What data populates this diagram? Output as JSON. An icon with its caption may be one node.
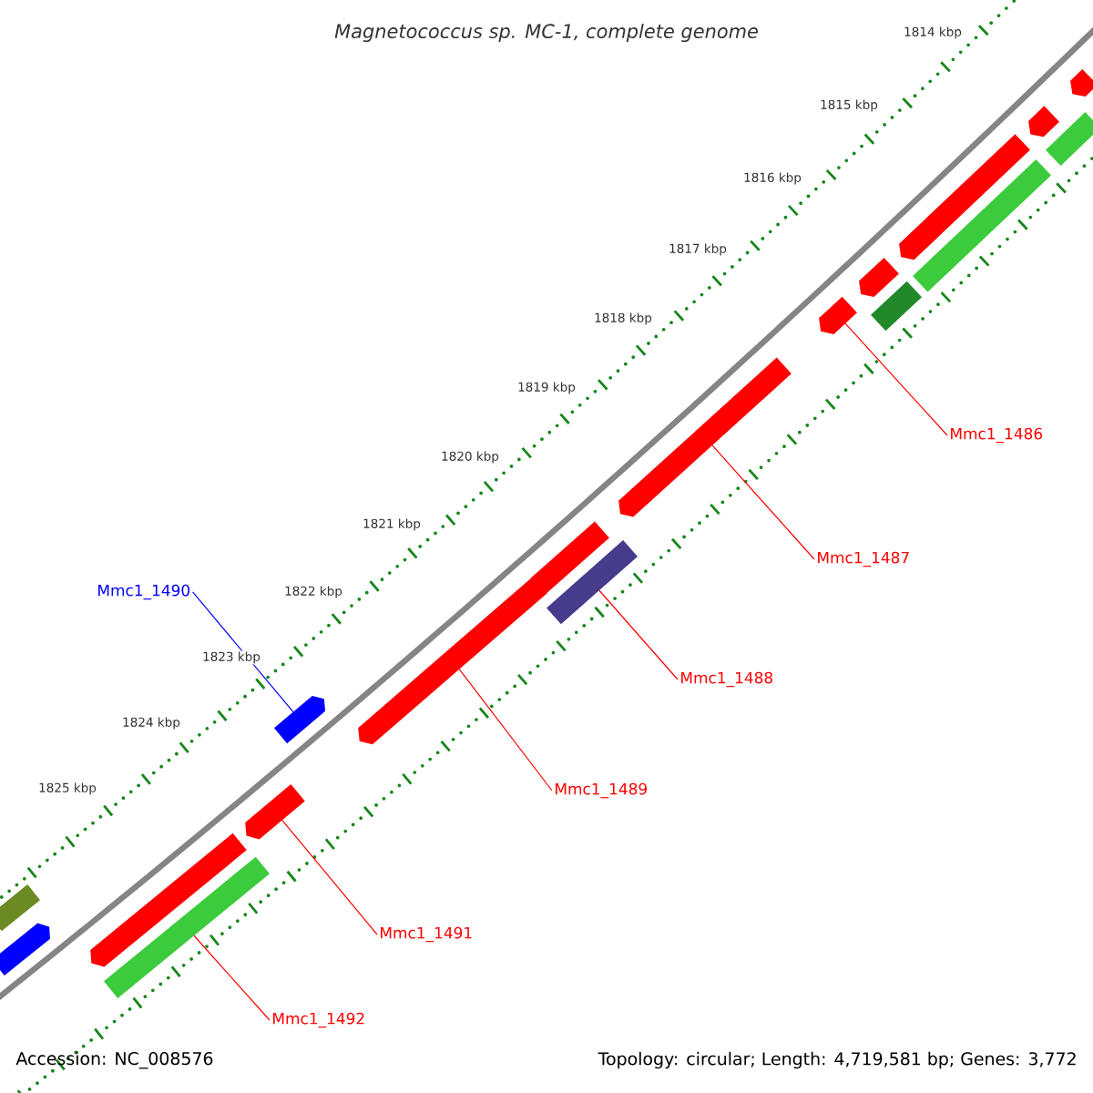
{
  "diagram": {
    "title": "Magnetococcus sp. MC-1, complete genome",
    "nodes": [
      {
        "text": [
          "Mmc1_1486"
        ]
      },
      {
        "text": [],
        "shape": "pentagon"
      },
      {
        "text": [
          "Mmc1_1487"
        ]
      },
      {
        "text": [],
        "shape": "pentagon"
      },
      {
        "text": [
          "Mmc1_1488"
        ]
      },
      {
        "text": [],
        "shape": "bar"
      },
      {
        "text": [
          "Mmc1_1489"
        ]
      },
      {
        "text": [],
        "shape": "pentagon"
      },
      {
        "text": [
          "Mmc1_1490"
        ]
      },
      {
        "text": [],
        "shape": "pentagon"
      },
      {
        "text": [
          "Mmc1_1491"
        ]
      },
      {
        "text": [],
        "shape": "pentagon"
      },
      {
        "text": [
          "Mmc1_1492"
        ]
      },
      {
        "text": [],
        "shape": "bar"
      },
      {
        "text": [],
        "shape": "bar"
      },
      {
        "text": [],
        "shape": "pentagon"
      },
      {
        "text": [],
        "shape": "pentagon"
      },
      {
        "text": [],
        "shape": "pentagon"
      },
      {
        "text": [],
        "shape": "pentagon"
      },
      {
        "text": [],
        "shape": "bar"
      },
      {
        "text": [],
        "shape": "pentagon"
      },
      {
        "text": [],
        "shape": "bar"
      },
      {
        "text": [],
        "shape": "pentagon"
      },
      {
        "text": [],
        "shape": "bar"
      },
      {
        "text": [],
        "shape": "pentagon"
      }
    ],
    "edges": [
      {
        "from": 0,
        "to": 1,
        "arrow": "none"
      },
      {
        "from": 2,
        "to": 3,
        "arrow": "none"
      },
      {
        "from": 4,
        "to": 5,
        "arrow": "none"
      },
      {
        "from": 6,
        "to": 7,
        "arrow": "none"
      },
      {
        "from": 8,
        "to": 9,
        "arrow": "none",
        "color": "#0000ff"
      },
      {
        "from": 10,
        "to": 11,
        "arrow": "none"
      },
      {
        "from": 12,
        "to": 13,
        "arrow": "none"
      }
    ],
    "labels": [
      "1814 kbp",
      "1815 kbp",
      "1816 kbp",
      "1817 kbp",
      "1818 kbp",
      "1819 kbp",
      "1820 kbp",
      "1821 kbp",
      "1822 kbp",
      "1823 kbp",
      "1824 kbp",
      "1825 kbp",
      "Accession: NC_008576",
      "Topology: circular; Length: 4,719,581 bp; Genes: 3,772"
    ]
  }
}
